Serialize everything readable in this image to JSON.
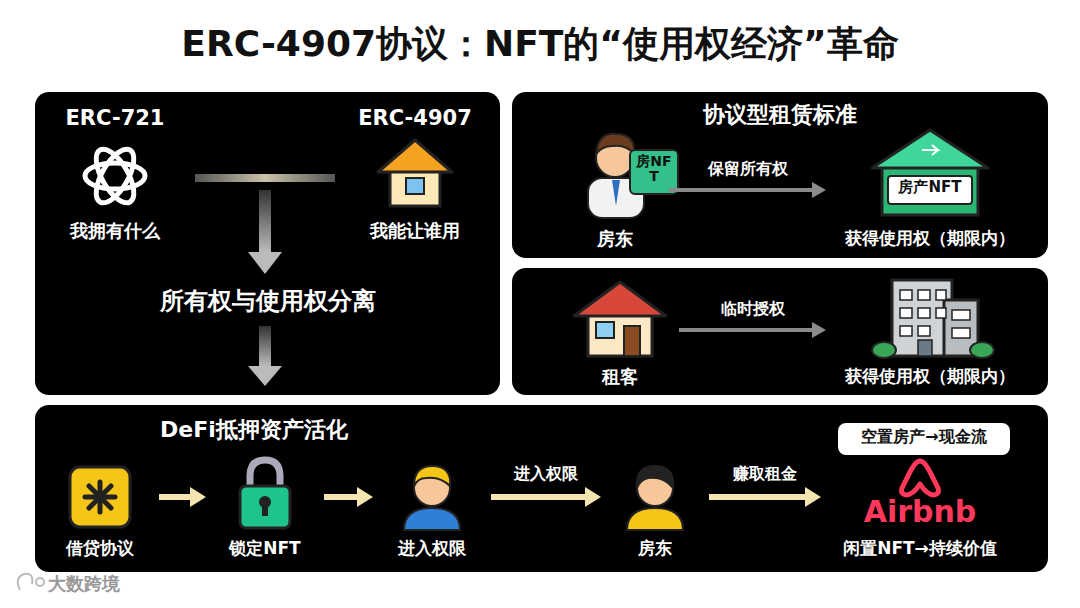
{
  "diagram": {
    "title": "ERC-4907协议：NFT的“使用权经济”革命",
    "nodes": [
      {
        "text": [
          "所有权与使用权分离"
        ]
      },
      {
        "text": [
          "ERC-721",
          "我拥有什么"
        ],
        "in": 0
      },
      {
        "text": [
          "ERC-4907",
          "我能让谁用"
        ],
        "in": 0
      },
      {
        "text": [
          "协议型租赁标准"
        ]
      },
      {
        "text": [
          "房东"
        ],
        "in": 3
      },
      {
        "text": [
          "房产NFT",
          "获得使用权（期限内）"
        ],
        "in": 3
      },
      {
        "text": [
          "租客"
        ]
      },
      {
        "text": [
          "获得使用权（期限内）"
        ]
      },
      {
        "text": [
          "DeFi抵押资产活化"
        ]
      },
      {
        "text": [
          "借贷协议"
        ],
        "in": 8
      },
      {
        "text": [
          "锁定NFT"
        ],
        "in": 8
      },
      {
        "text": [
          "进入权限"
        ],
        "in": 8
      },
      {
        "text": [
          "房东"
        ],
        "in": 8
      },
      {
        "text": [
          "空置房产→现金流"
        ],
        "in": 8
      },
      {
        "text": [
          "Airbnb",
          "闲置NFT→持续价值"
        ],
        "in": 8
      }
    ],
    "edges": [
      {
        "from": 4,
        "to": 5,
        "label": "保留所有权",
        "arrow": "to"
      },
      {
        "from": 6,
        "to": 7,
        "label": "临时授权",
        "arrow": "to"
      },
      {
        "from": 9,
        "to": 10,
        "arrow": "to"
      },
      {
        "from": 10,
        "to": 11,
        "arrow": "to"
      },
      {
        "from": 11,
        "to": 12,
        "label": "进入权限",
        "arrow": "to"
      },
      {
        "from": 12,
        "to": 14,
        "label": "赚取租金",
        "arrow": "to"
      }
    ],
    "labels": [
      "房NFT",
      "大数跨境"
    ]
  }
}
